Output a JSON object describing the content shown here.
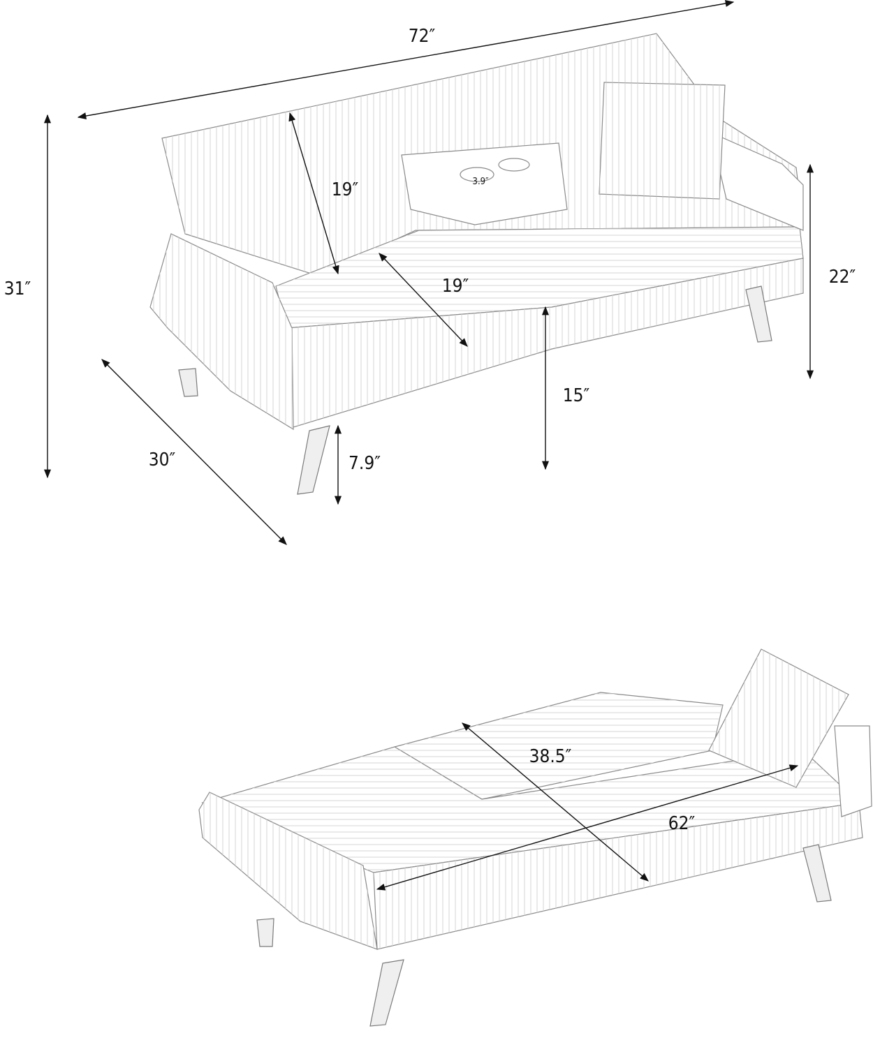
{
  "diagram": {
    "colors": {
      "ink": "#111111",
      "outline": "#8a8a8a",
      "stripe": "#c8c8c8",
      "background": "#ffffff"
    },
    "upright_view": {
      "dimensions": {
        "overall_width": "72″",
        "overall_height": "31″",
        "overall_depth": "30″",
        "back_height": "19″",
        "seat_depth": "19″",
        "cup_holder": "3.9″",
        "arm_height": "22″",
        "seat_height": "15″",
        "leg_height": "7.9″"
      }
    },
    "bed_view": {
      "dimensions": {
        "bed_depth": "38.5″",
        "bed_length": "62″"
      }
    }
  }
}
